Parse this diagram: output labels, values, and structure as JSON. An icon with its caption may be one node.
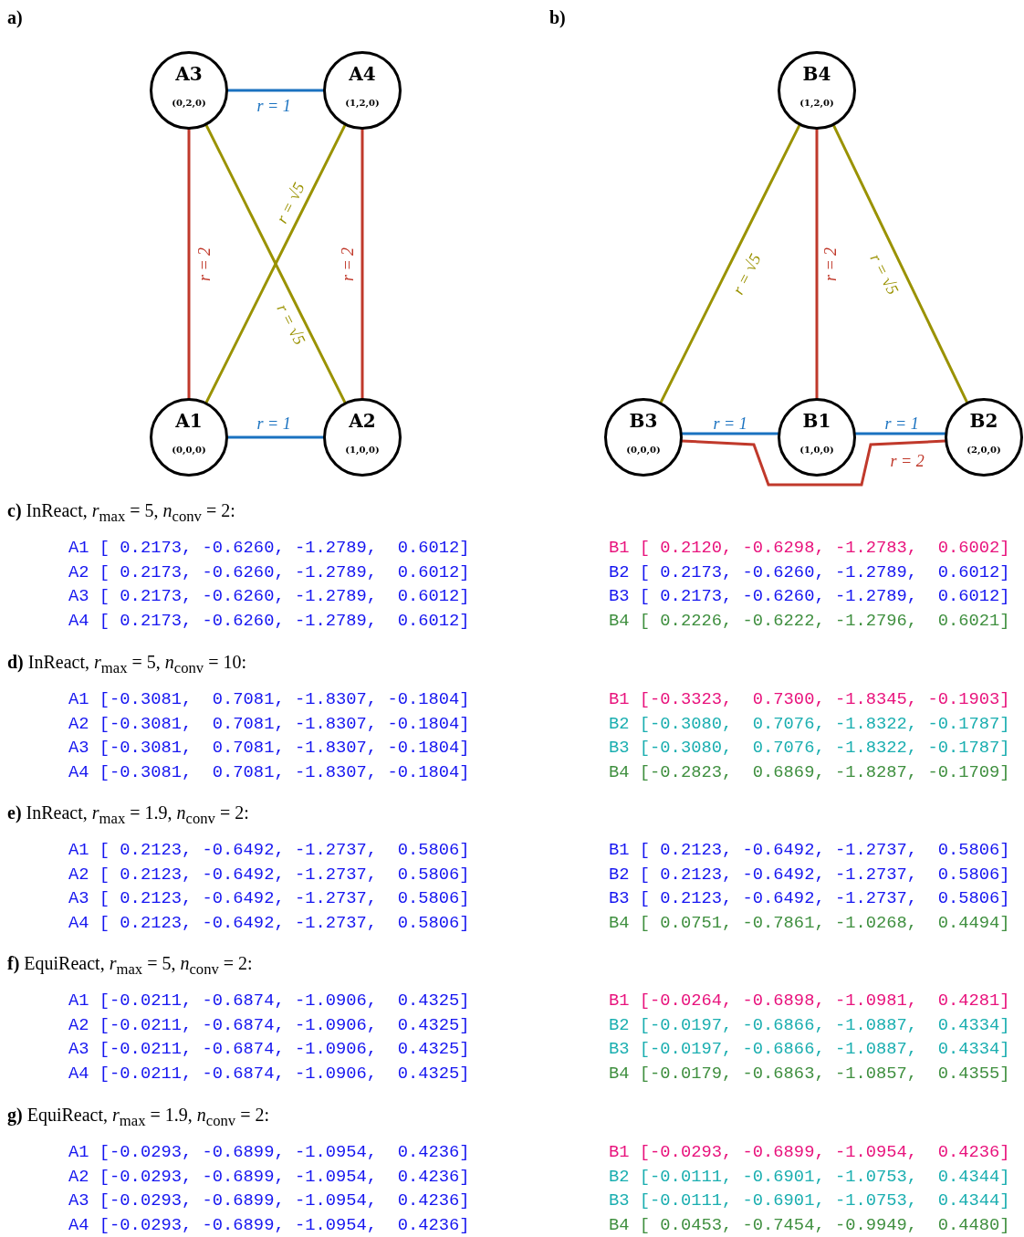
{
  "diagram": {
    "nodes": [
      {
        "text": [
          "A3",
          "(0,2,0)"
        ]
      },
      {
        "text": [
          "A4",
          "(1,2,0)"
        ]
      },
      {
        "text": [
          "A1",
          "(0,0,0)"
        ]
      },
      {
        "text": [
          "A2",
          "(1,0,0)"
        ]
      },
      {
        "text": [
          "B4",
          "(1,2,0)"
        ]
      },
      {
        "text": [
          "B3",
          "(0,0,0)"
        ]
      },
      {
        "text": [
          "B1",
          "(1,0,0)"
        ]
      },
      {
        "text": [
          "B2",
          "(2,0,0)"
        ]
      }
    ],
    "edges": [
      {
        "from": 0,
        "to": 1,
        "arrow": "none",
        "label": "r = 1",
        "color": "#1a72c0"
      },
      {
        "from": 0,
        "to": 2,
        "arrow": "none",
        "label": "r = 2",
        "color": "#c0392b"
      },
      {
        "from": 0,
        "to": 3,
        "arrow": "none",
        "label": "r = √5",
        "color": "#9a9200"
      },
      {
        "from": 1,
        "to": 2,
        "arrow": "none",
        "label": "r = √5",
        "color": "#9a9200"
      },
      {
        "from": 1,
        "to": 3,
        "arrow": "none",
        "label": "r = 2",
        "color": "#c0392b"
      },
      {
        "from": 2,
        "to": 3,
        "arrow": "none",
        "label": "r = 1",
        "color": "#1a72c0"
      },
      {
        "from": 4,
        "to": 5,
        "arrow": "none",
        "label": "r = √5",
        "color": "#9a9200"
      },
      {
        "from": 4,
        "to": 6,
        "arrow": "none",
        "label": "r = 2",
        "color": "#c0392b"
      },
      {
        "from": 4,
        "to": 7,
        "arrow": "none",
        "label": "r = √5",
        "color": "#9a9200"
      },
      {
        "from": 5,
        "to": 6,
        "arrow": "none",
        "label": "r = 1",
        "color": "#1a72c0"
      },
      {
        "from": 6,
        "to": 7,
        "arrow": "none",
        "label": "r = 1",
        "color": "#1a72c0"
      },
      {
        "from": 5,
        "to": 7,
        "arrow": "none",
        "label": "r = 2",
        "color": "#c0392b"
      }
    ],
    "labels": [
      "a)",
      "b)",
      "**c)** InReact, *r*$_{max}$ = 5, *n*$_{conv}$ = 2:",
      "A1 [ 0.2173, -0.6260, -1.2789,  0.6012]",
      "B1 [ 0.2120, -0.6298, -1.2783,  0.6002]",
      "A2 [ 0.2173, -0.6260, -1.2789,  0.6012]",
      "B2 [ 0.2173, -0.6260, -1.2789,  0.6012]",
      "A3 [ 0.2173, -0.6260, -1.2789,  0.6012]",
      "B3 [ 0.2173, -0.6260, -1.2789,  0.6012]",
      "A4 [ 0.2173, -0.6260, -1.2789,  0.6012]",
      "B4 [ 0.2226, -0.6222, -1.2796,  0.6021]",
      "**d)** InReact, *r*$_{max}$ = 5, *n*$_{conv}$ = 10:",
      "A1 [-0.3081,  0.7081, -1.8307, -0.1804]",
      "B1 [-0.3323,  0.7300, -1.8345, -0.1903]",
      "A2 [-0.3081,  0.7081, -1.8307, -0.1804]",
      "B2 [-0.3080,  0.7076, -1.8322, -0.1787]",
      "A3 [-0.3081,  0.7081, -1.8307, -0.1804]",
      "B3 [-0.3080,  0.7076, -1.8322, -0.1787]",
      "A4 [-0.3081,  0.7081, -1.8307, -0.1804]",
      "B4 [-0.2823,  0.6869, -1.8287, -0.1709]",
      "**e)** InReact, *r*$_{max}$ = 1.9, *n*$_{conv}$ = 2:",
      "A1 [ 0.2123, -0.6492, -1.2737,  0.5806]",
      "B1 [ 0.2123, -0.6492, -1.2737,  0.5806]",
      "A2 [ 0.2123, -0.6492, -1.2737,  0.5806]",
      "B2 [ 0.2123, -0.6492, -1.2737,  0.5806]",
      "A3 [ 0.2123, -0.6492, -1.2737,  0.5806]",
      "B3 [ 0.2123, -0.6492, -1.2737,  0.5806]",
      "A4 [ 0.2123, -0.6492, -1.2737,  0.5806]",
      "B4 [ 0.0751, -0.7861, -1.0268,  0.4494]",
      "**f)** EquiReact, *r*$_{max}$ = 5, *n*$_{conv}$ = 2:",
      "A1 [-0.0211, -0.6874, -1.0906,  0.4325]",
      "B1 [-0.0264, -0.6898, -1.0981,  0.4281]",
      "A2 [-0.0211, -0.6874, -1.0906,  0.4325]",
      "B2 [-0.0197, -0.6866, -1.0887,  0.4334]",
      "A3 [-0.0211, -0.6874, -1.0906,  0.4325]",
      "B3 [-0.0197, -0.6866, -1.0887,  0.4334]",
      "A4 [-0.0211, -0.6874, -1.0906,  0.4325]",
      "B4 [-0.0179, -0.6863, -1.0857,  0.4355]",
      "**g)** EquiReact, *r*$_{max}$ = 1.9, *n*$_{conv}$ = 2:",
      "A1 [-0.0293, -0.6899, -1.0954,  0.4236]",
      "B1 [-0.0293, -0.6899, -1.0954,  0.4236]",
      "A2 [-0.0293, -0.6899, -1.0954,  0.4236]",
      "B2 [-0.0111, -0.6901, -1.0753,  0.4344]",
      "A3 [-0.0293, -0.6899, -1.0954,  0.4236]",
      "B3 [-0.0111, -0.6901, -1.0753,  0.4344]",
      "A4 [-0.0293, -0.6899, -1.0954,  0.4236]",
      "B4 [ 0.0453, -0.7454, -0.9949,  0.4480]"
    ]
  }
}
